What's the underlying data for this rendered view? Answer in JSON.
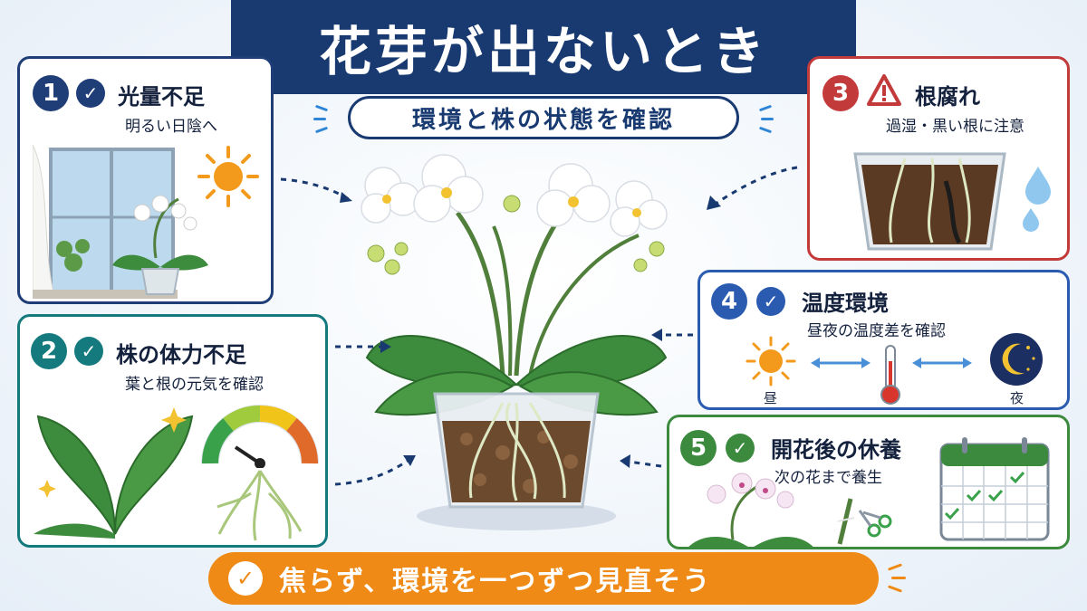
{
  "title": "花芽が出ないとき",
  "subtitle": "環境と株の状態を確認",
  "cards": [
    {
      "num": "1",
      "title": "光量不足",
      "subtitle": "明るい日陰へ",
      "color": "#1f3d77"
    },
    {
      "num": "2",
      "title": "株の体力不足",
      "subtitle": "葉と根の元気を確認",
      "color": "#157a7d"
    },
    {
      "num": "3",
      "title": "根腐れ",
      "subtitle": "過湿・黒い根に注意",
      "color": "#c23a3a"
    },
    {
      "num": "4",
      "title": "温度環境",
      "subtitle": "昼夜の温度差を確認",
      "color": "#2a5bb0",
      "day_label": "昼",
      "night_label": "夜"
    },
    {
      "num": "5",
      "title": "開花後の休養",
      "subtitle": "次の花まで養生",
      "color": "#3b8a3e"
    }
  ],
  "bottom_message": "焦らず、環境を一つずつ見直そう",
  "colors": {
    "navy": "#183a70",
    "orange": "#ef8a16",
    "leaf": "#3d8b3d",
    "sun": "#f39a1c"
  },
  "icons": [
    "check-icon",
    "sun-icon",
    "window-icon",
    "orchid-icon",
    "gauge-icon",
    "roots-icon",
    "warning-icon",
    "water-drop-icon",
    "thermometer-icon",
    "moon-icon",
    "calendar-icon",
    "scissors-icon",
    "arrow-icon"
  ]
}
